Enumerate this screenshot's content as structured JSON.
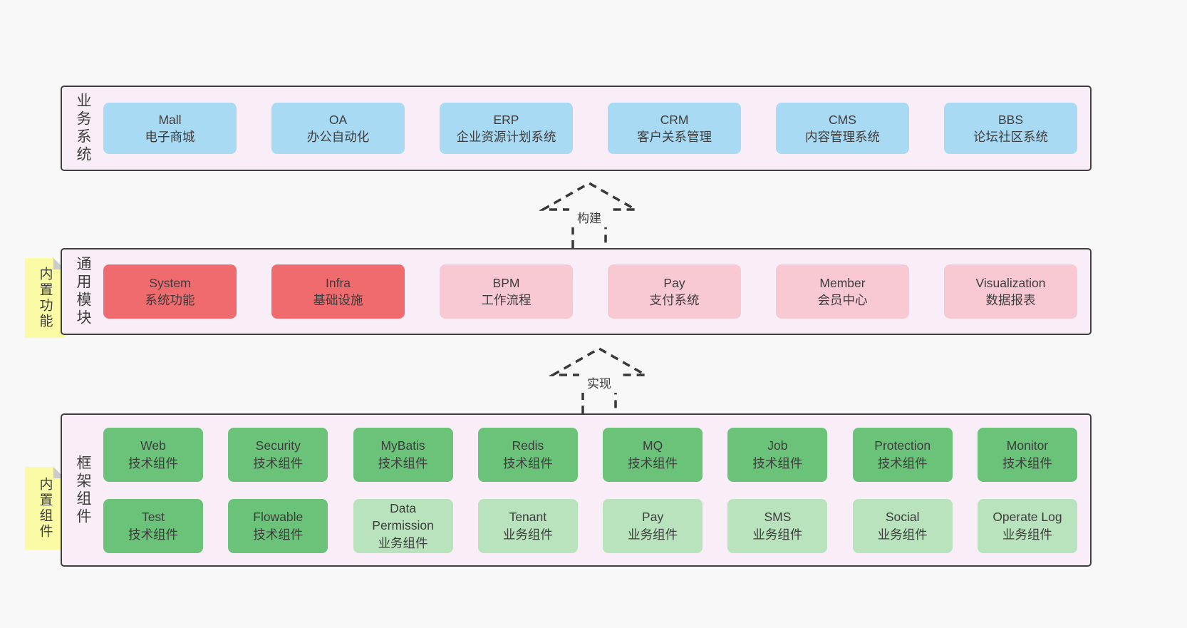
{
  "colors": {
    "page_bg": "#f8f8f8",
    "panel_bg": "#f9eef7",
    "panel_border": "#3f3f3f",
    "blue": "#a8daf4",
    "red": "#f06b6e",
    "pink": "#f9c9d3",
    "green_dark": "#6ac378",
    "green_light": "#b9e3bd",
    "sticky_yellow": "#fbfaa5",
    "sticky_fold": "#c9cbcd",
    "text": "#3d3d3d"
  },
  "arrows": {
    "build": "构建",
    "implement": "实现"
  },
  "layers": {
    "business": {
      "side_label": "业务系统",
      "boxes": [
        {
          "name": "Mall",
          "subtitle": "电子商城"
        },
        {
          "name": "OA",
          "subtitle": "办公自动化"
        },
        {
          "name": "ERP",
          "subtitle": "企业资源计划系统"
        },
        {
          "name": "CRM",
          "subtitle": "客户关系管理"
        },
        {
          "name": "CMS",
          "subtitle": "内容管理系统"
        },
        {
          "name": "BBS",
          "subtitle": "论坛社区系统"
        }
      ]
    },
    "modules": {
      "sticky_label": "内置功能",
      "side_label": "通用模块",
      "boxes": [
        {
          "name": "System",
          "subtitle": "系统功能",
          "variant": "red"
        },
        {
          "name": "Infra",
          "subtitle": "基础设施",
          "variant": "red"
        },
        {
          "name": "BPM",
          "subtitle": "工作流程",
          "variant": "pink"
        },
        {
          "name": "Pay",
          "subtitle": "支付系统",
          "variant": "pink"
        },
        {
          "name": "Member",
          "subtitle": "会员中心",
          "variant": "pink"
        },
        {
          "name": "Visualization",
          "subtitle": "数据报表",
          "variant": "pink"
        }
      ]
    },
    "framework": {
      "sticky_label": "内置组件",
      "side_label": "框架组件",
      "row1": [
        {
          "name": "Web",
          "subtitle": "技术组件"
        },
        {
          "name": "Security",
          "subtitle": "技术组件"
        },
        {
          "name": "MyBatis",
          "subtitle": "技术组件"
        },
        {
          "name": "Redis",
          "subtitle": "技术组件"
        },
        {
          "name": "MQ",
          "subtitle": "技术组件"
        },
        {
          "name": "Job",
          "subtitle": "技术组件"
        },
        {
          "name": "Protection",
          "subtitle": "技术组件"
        },
        {
          "name": "Monitor",
          "subtitle": "技术组件"
        }
      ],
      "row2": [
        {
          "name": "Test",
          "subtitle": "技术组件",
          "variant": "green-dark"
        },
        {
          "name": "Flowable",
          "subtitle": "技术组件",
          "variant": "green-dark"
        },
        {
          "name": "Data Permission",
          "subtitle": "业务组件",
          "variant": "green-light"
        },
        {
          "name": "Tenant",
          "subtitle": "业务组件",
          "variant": "green-light"
        },
        {
          "name": "Pay",
          "subtitle": "业务组件",
          "variant": "green-light"
        },
        {
          "name": "SMS",
          "subtitle": "业务组件",
          "variant": "green-light"
        },
        {
          "name": "Social",
          "subtitle": "业务组件",
          "variant": "green-light"
        },
        {
          "name": "Operate Log",
          "subtitle": "业务组件",
          "variant": "green-light"
        }
      ]
    }
  }
}
